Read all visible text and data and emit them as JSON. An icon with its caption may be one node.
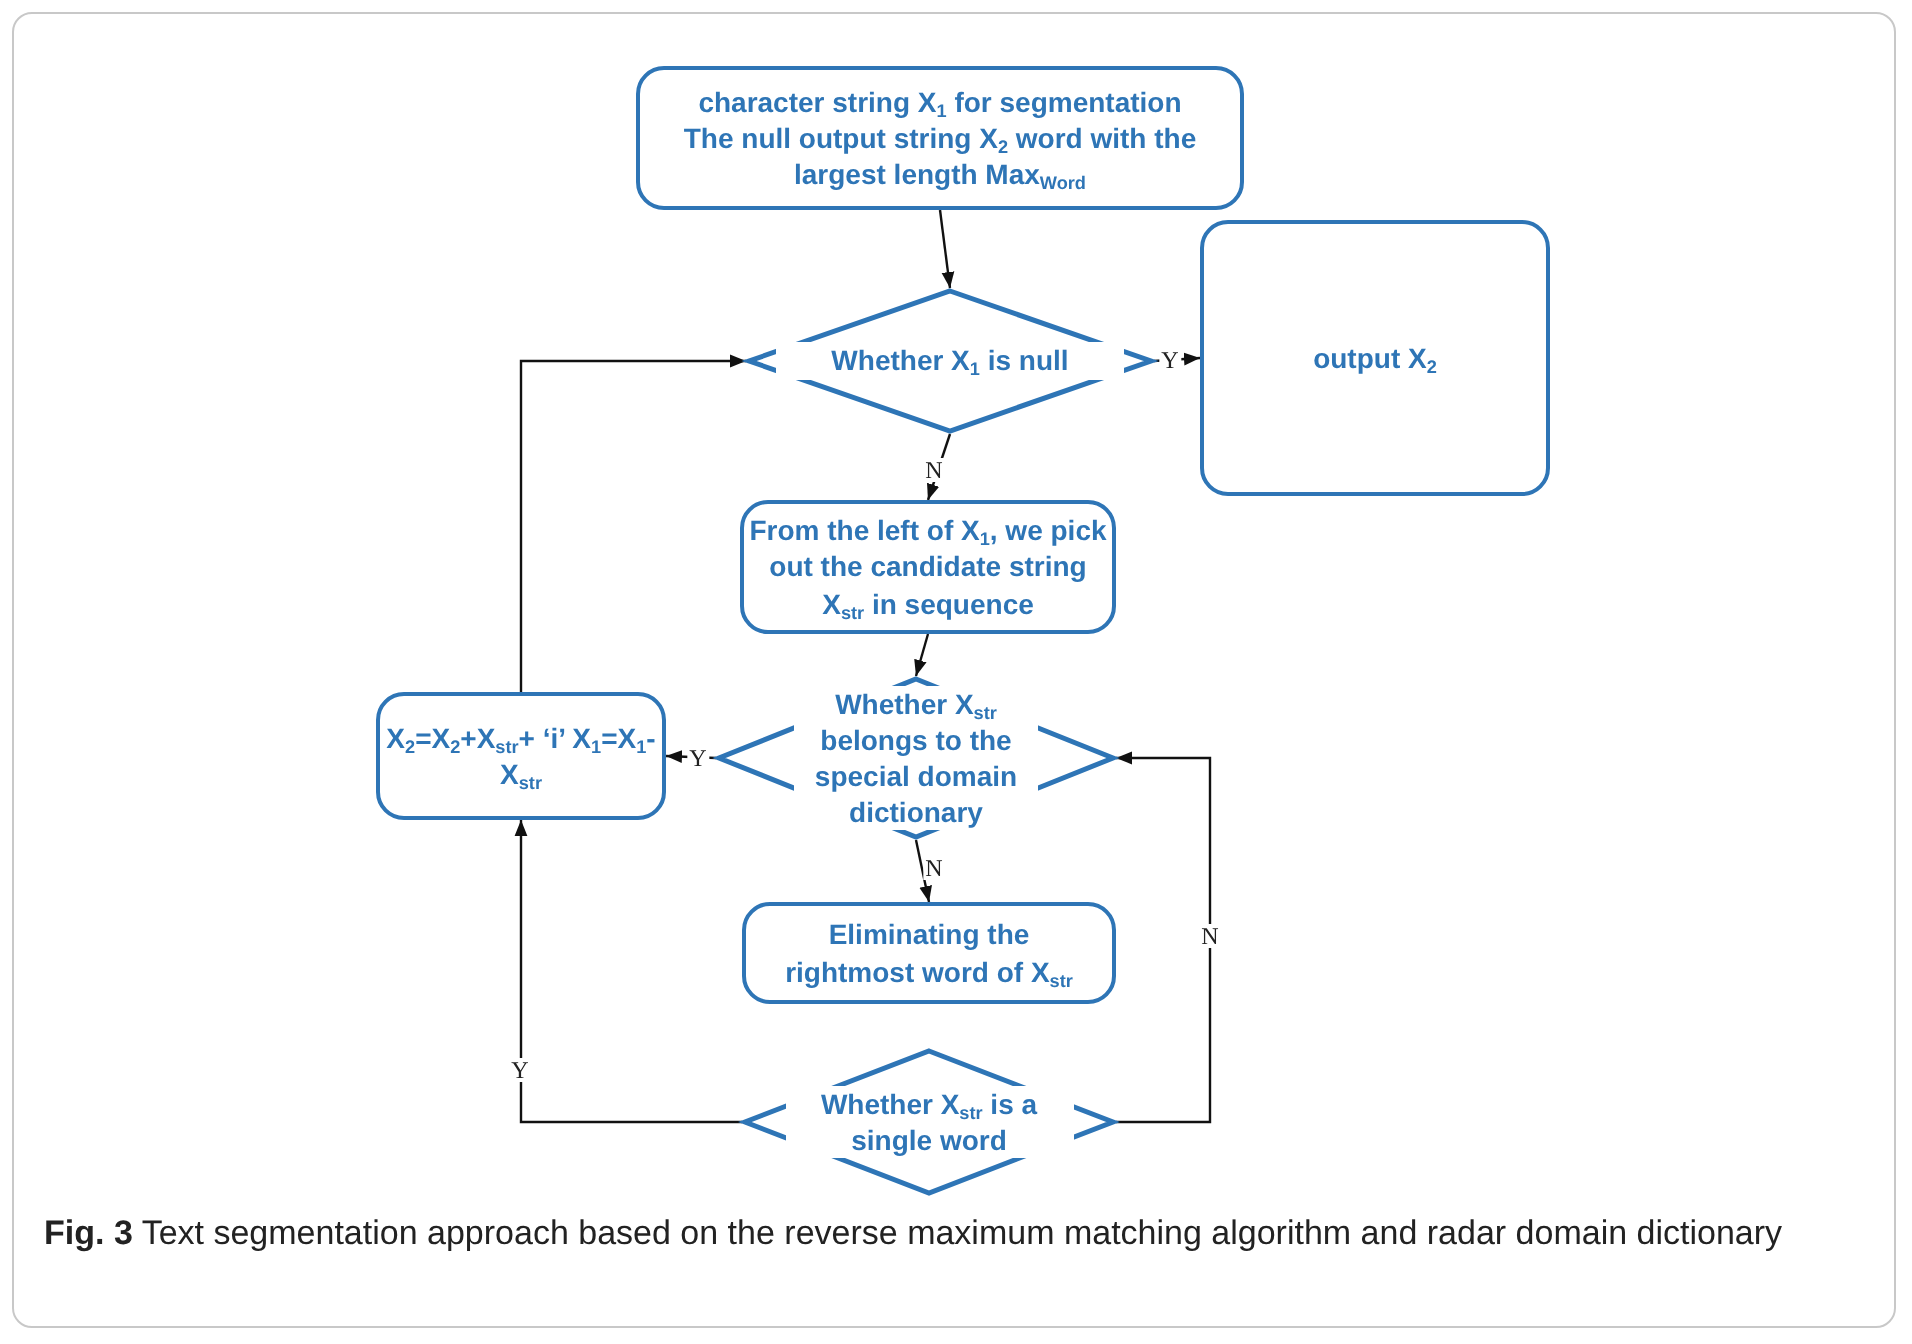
{
  "diagram": {
    "caption": "**Fig. 3** Text segmentation approach based on the reverse maximum matching algorithm and radar domain dictionary",
    "nodes": [
      {
        "text": [
          "character string X$_{1}$ for segmentation The null output string X$_{2}$ word with the largest length Max$_{Word}$"
        ]
      },
      {
        "text": [
          "Whether X$_{1}$ is null"
        ]
      },
      {
        "text": [
          "output X$_{2}$"
        ]
      },
      {
        "text": [
          "From the left of X$_{1}$, we pick out the candidate string X$_{str}$ in sequence"
        ]
      },
      {
        "text": [
          "Whether X$_{str}$ belongs to the special domain dictionary"
        ]
      },
      {
        "text": [
          "X$_{2}$=X$_{2}$+X$_{str}$+ ‘i’ X$_{1}$=X$_{1}$-X$_{str}$"
        ]
      },
      {
        "text": [
          "Eliminating the rightmost word of X$_{str}$"
        ]
      },
      {
        "text": [
          "Whether X$_{str}$ is a single word"
        ]
      }
    ],
    "edges": [
      {
        "from": 0,
        "to": 1,
        "arrow": "to"
      },
      {
        "from": 1,
        "to": 2,
        "arrow": "to",
        "label": "Y"
      },
      {
        "from": 1,
        "to": 3,
        "arrow": "to",
        "label": "N"
      },
      {
        "from": 3,
        "to": 4,
        "arrow": "to"
      },
      {
        "from": 4,
        "to": 5,
        "arrow": "to",
        "label": "Y"
      },
      {
        "from": 4,
        "to": 6,
        "arrow": "to",
        "label": "N"
      },
      {
        "from": 5,
        "to": 1,
        "arrow": "to"
      },
      {
        "from": 7,
        "to": 5,
        "arrow": "to",
        "label": "Y"
      },
      {
        "from": 7,
        "to": 4,
        "arrow": "to",
        "label": "N"
      }
    ]
  }
}
